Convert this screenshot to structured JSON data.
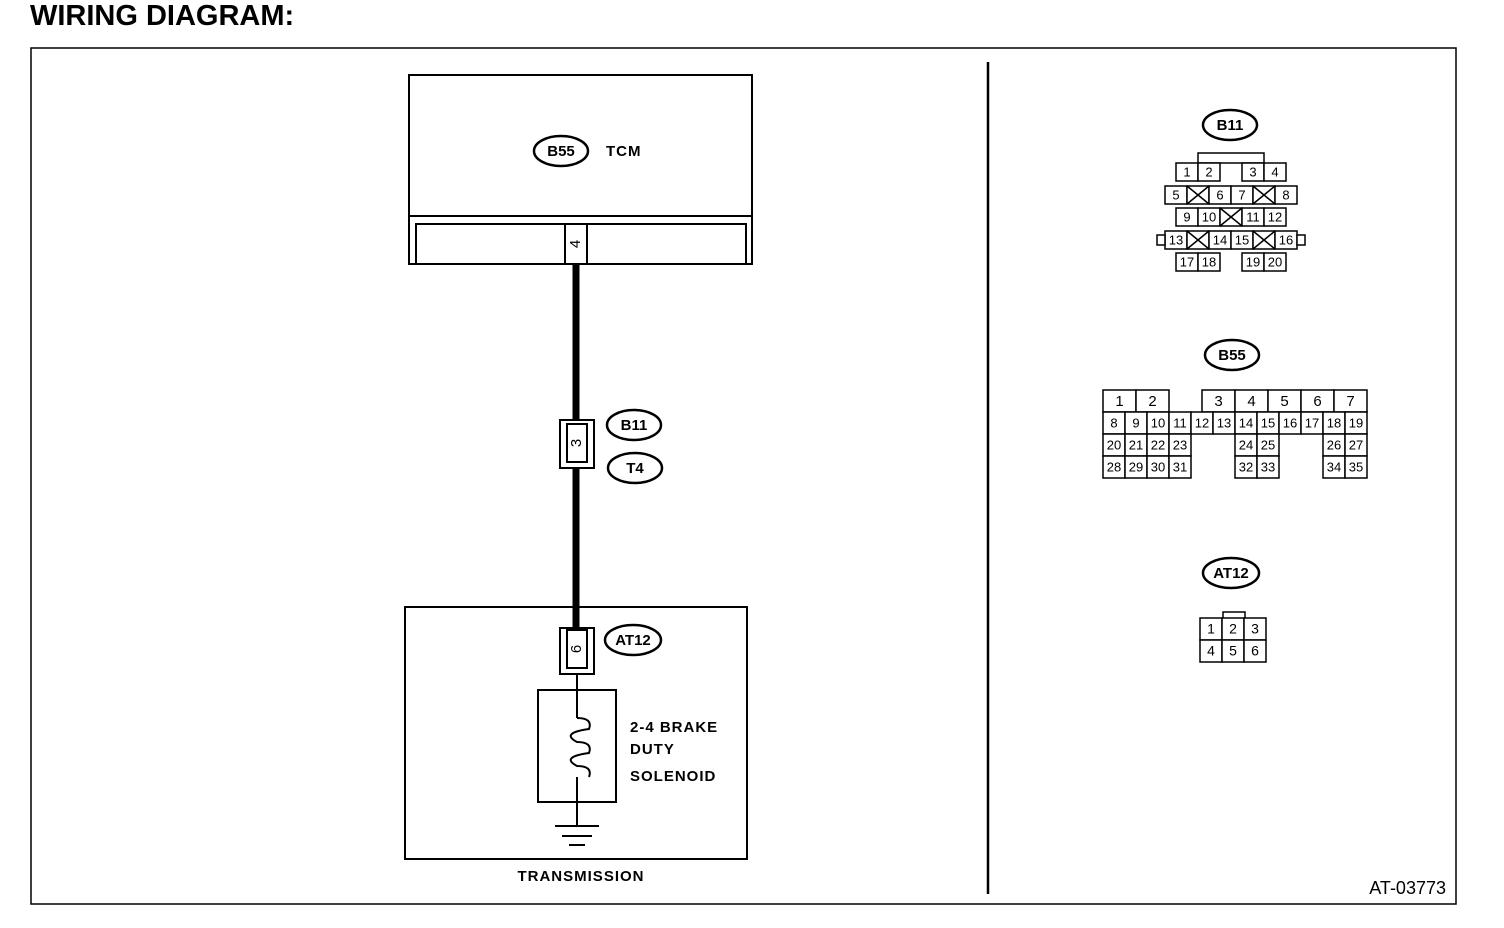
{
  "title": "WIRING DIAGRAM:",
  "tcm": {
    "connector": "B55",
    "label": "TCM",
    "pin": "4"
  },
  "junction": {
    "connector_top": "B11",
    "connector_bottom": "T4",
    "pin": "3"
  },
  "transmission": {
    "label": "TRANSMISSION",
    "connector": "AT12",
    "pin": "6",
    "solenoid_lines": [
      "2-4 BRAKE",
      "DUTY",
      "SOLENOID"
    ]
  },
  "connector_views": {
    "b11": {
      "label": "B11",
      "pins": [
        "1",
        "2",
        "3",
        "4",
        "5",
        "6",
        "7",
        "8",
        "9",
        "10",
        "11",
        "12",
        "13",
        "14",
        "15",
        "16",
        "17",
        "18",
        "19",
        "20"
      ]
    },
    "b55": {
      "label": "B55",
      "pins": [
        "1",
        "2",
        "3",
        "4",
        "5",
        "6",
        "7",
        "8",
        "9",
        "10",
        "11",
        "12",
        "13",
        "14",
        "15",
        "16",
        "17",
        "18",
        "19",
        "20",
        "21",
        "22",
        "23",
        "24",
        "25",
        "26",
        "27",
        "28",
        "29",
        "30",
        "31",
        "32",
        "33",
        "34",
        "35"
      ]
    },
    "at12": {
      "label": "AT12",
      "pins": [
        "1",
        "2",
        "3",
        "4",
        "5",
        "6"
      ]
    }
  },
  "reference_code": "AT-03773"
}
